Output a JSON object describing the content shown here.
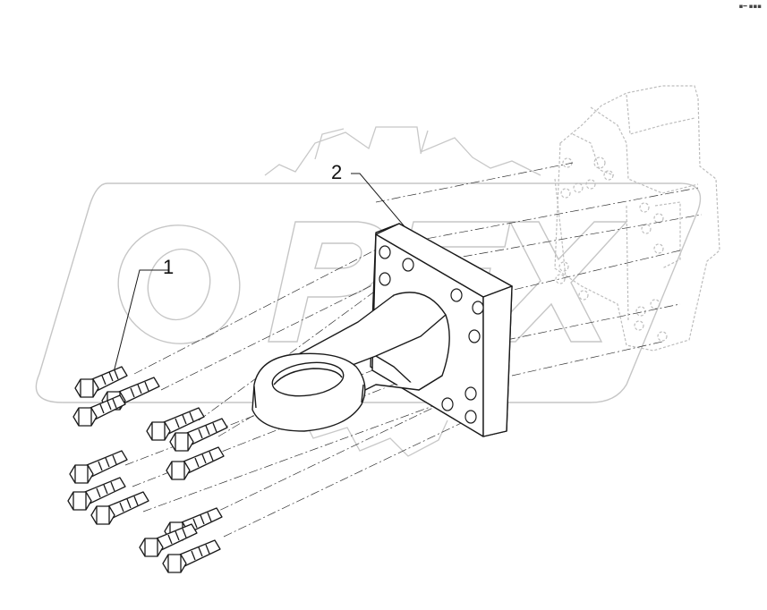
{
  "diagram": {
    "watermark_text": "OPEX",
    "corner_mark": "▪━ ▪▪▪",
    "callouts": [
      {
        "id": "1",
        "label": "1",
        "part": "bolt"
      },
      {
        "id": "2",
        "label": "2",
        "part": "towing-eye"
      }
    ],
    "parts": {
      "bolts_count": 12
    },
    "colors": {
      "line": "#1a1a1a",
      "watermark": "#c8c8c8",
      "ghost": "#d4d4d4",
      "background": "#ffffff"
    }
  }
}
